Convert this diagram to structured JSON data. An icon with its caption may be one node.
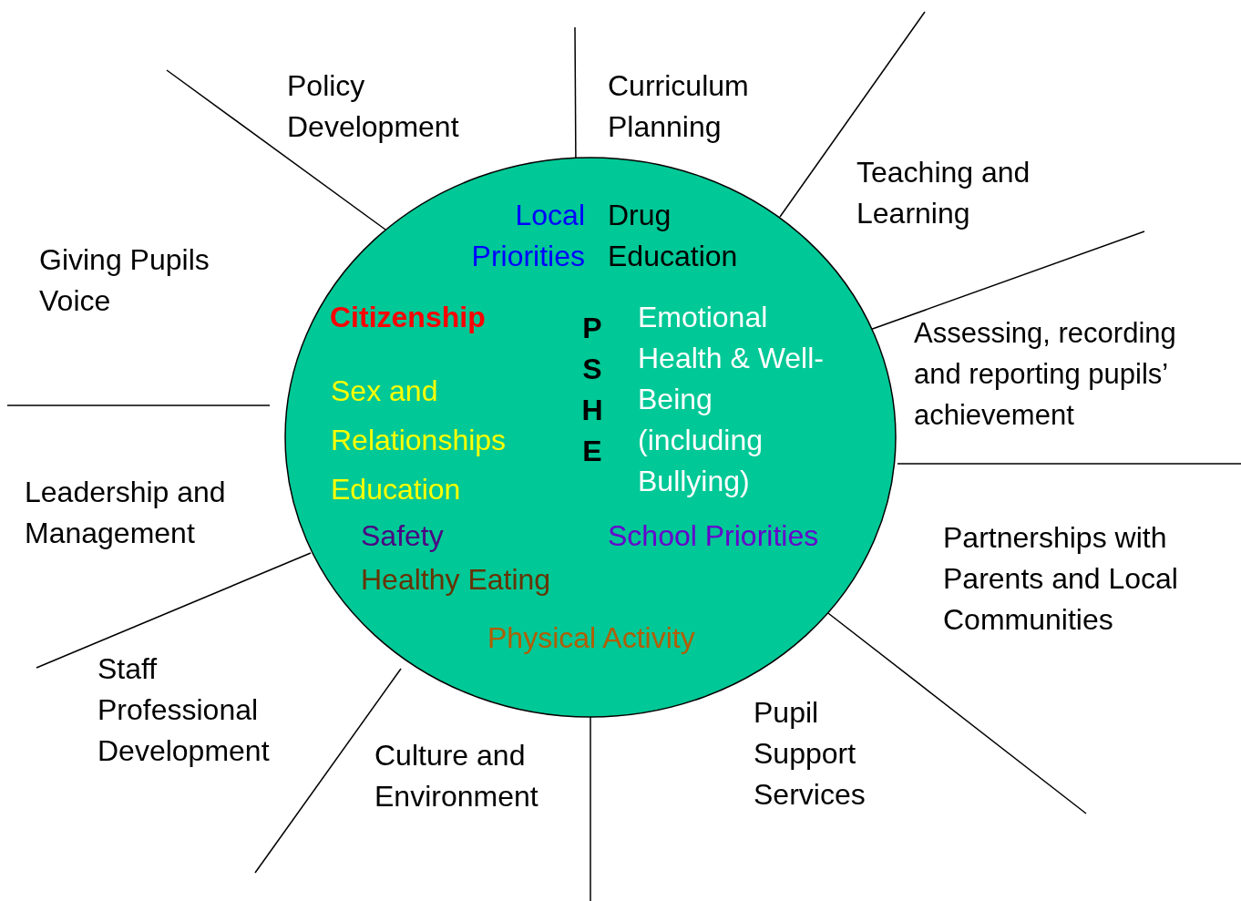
{
  "diagram": {
    "nodes": [
      {
        "text": [
          "Local Priorities",
          "Drug Education",
          "Citizenship",
          "PSHE",
          "Emotional Health & Well-Being (including Bullying)",
          "Sex and Relationships Education",
          "Safety",
          "School Priorities",
          "Healthy Eating",
          "Physical Activity"
        ]
      }
    ],
    "edges": [],
    "labels": [
      "Policy Development",
      "Curriculum Planning",
      "Teaching and Learning",
      "Giving Pupils Voice",
      "Assessing, recording and reporting pupils’ achievement",
      "Leadership and Management",
      "Partnerships with Parents and Local Communities",
      "Staff Professional Development",
      "Pupil Support Services",
      "Culture and Environment"
    ]
  }
}
